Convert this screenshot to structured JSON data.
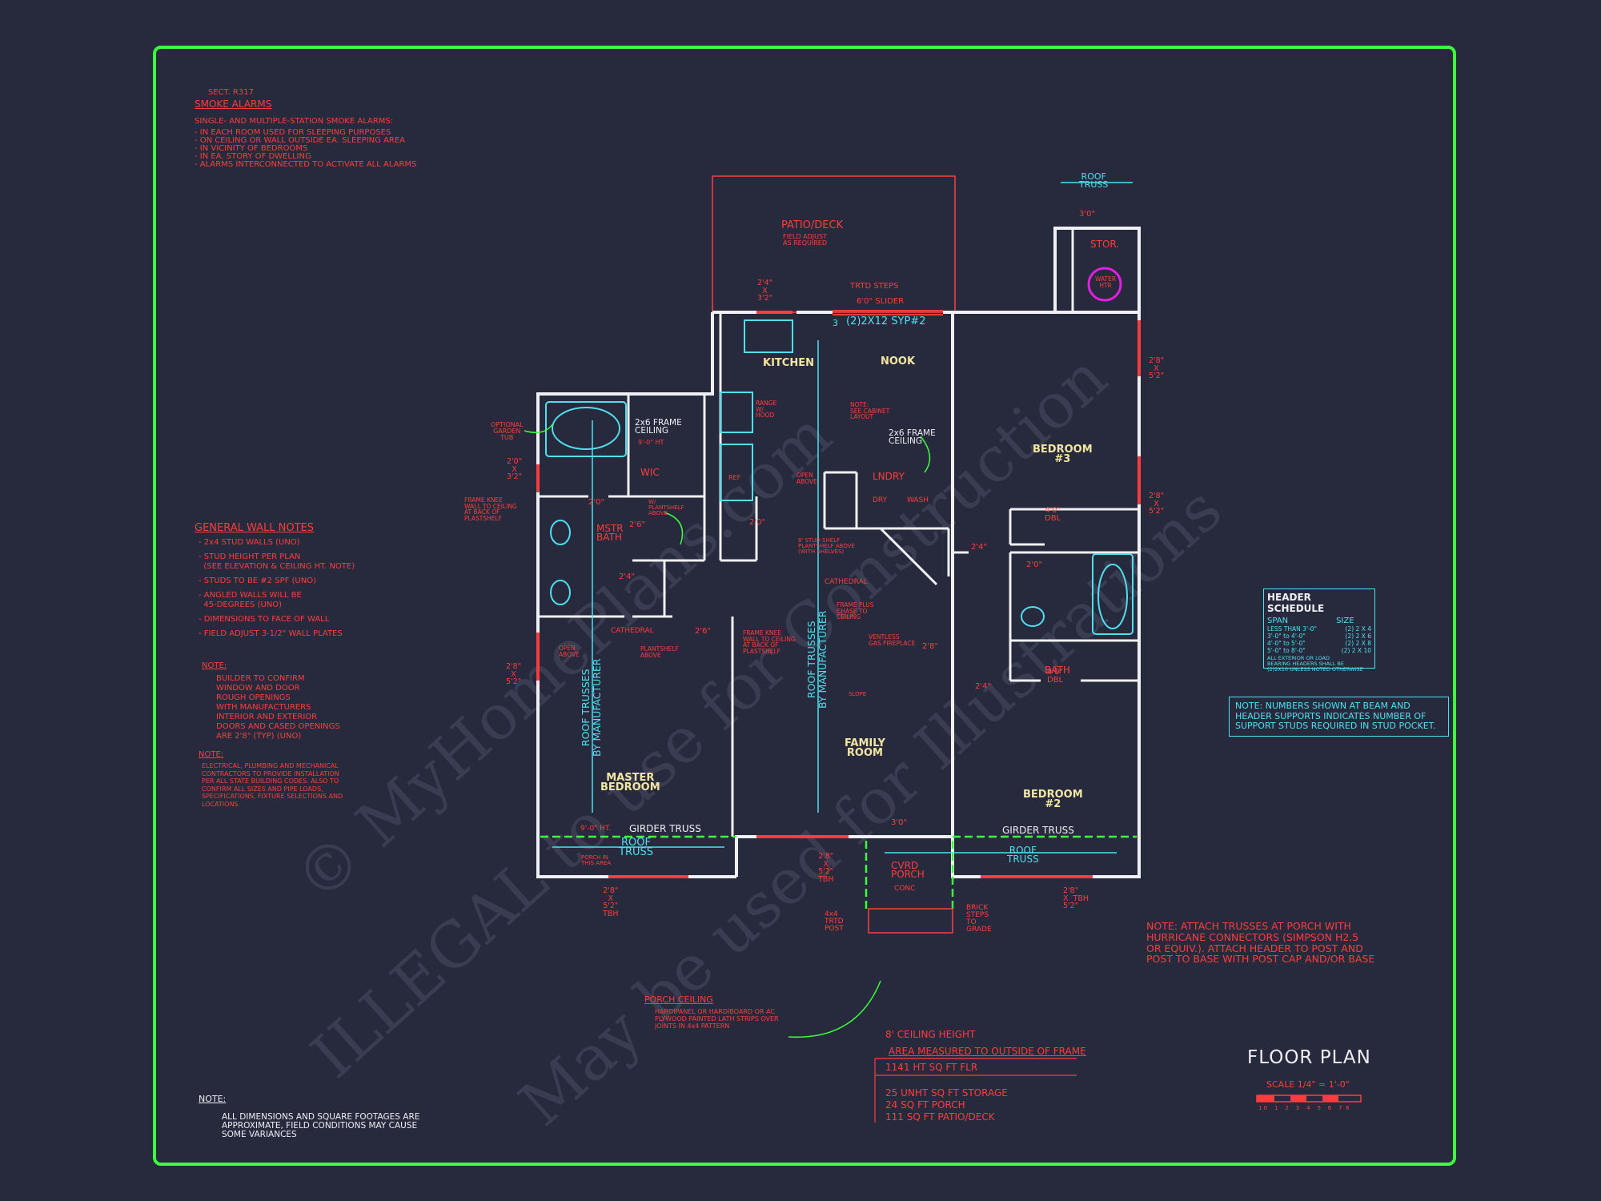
{
  "smoke_alarms": {
    "ref": "SECT. R317",
    "title": "SMOKE ALARMS",
    "lines": [
      "SINGLE- AND MULTIPLE-STATION SMOKE ALARMS:",
      "- IN EACH ROOM USED FOR SLEEPING PURPOSES",
      "- ON CEILING OR WALL OUTSIDE EA. SLEEPING AREA",
      "- IN VICINITY OF BEDROOMS",
      "- IN EA. STORY OF DWELLING",
      "- ALARMS INTERCONNECTED TO ACTIVATE ALL ALARMS"
    ]
  },
  "wall_notes": {
    "title": "GENERAL WALL NOTES",
    "lines": [
      "- 2x4 STUD WALLS (UNO)",
      "- STUD HEIGHT PER PLAN\n  (SEE ELEVATION & CEILING HT. NOTE)",
      "- STUDS TO BE #2 SPF (UNO)",
      "- ANGLED WALLS WILL BE\n  45-DEGREES (UNO)",
      "- DIMENSIONS TO FACE OF WALL",
      "- FIELD ADJUST 3-1/2\" WALL PLATES"
    ]
  },
  "note_builder": {
    "title": "NOTE:",
    "text1": "BUILDER TO CONFIRM\nWINDOW AND DOOR\nROUGH OPENINGS\nWITH MANUFACTURERS",
    "text2": "INTERIOR AND EXTERIOR\nDOORS AND CASED OPENINGS\nARE 2'8\" (TYP) (UNO)"
  },
  "note_electrical": {
    "title": "NOTE:",
    "text": "ELECTRICAL, PLUMBING AND MECHANICAL\nCONTRACTORS TO PROVIDE INSTALLATION\nPER ALL STATE BUILDING CODES. ALSO TO\nCONFIRM ALL SIZES AND PIPE LOADS,\nSPECIFICATIONS, FIXTURE SELECTIONS AND\nLOCATIONS."
  },
  "note_dimensions": {
    "title": "NOTE:",
    "text": "ALL DIMENSIONS AND SQUARE FOOTAGES ARE\nAPPROXIMATE, FIELD CONDITIONS MAY CAUSE\nSOME VARIANCES"
  },
  "header_schedule": {
    "title": "HEADER SCHEDULE",
    "col_span": "SPAN",
    "col_size": "SIZE",
    "rows": [
      [
        "LESS THAN 3'-0\"",
        "(2) 2 X 4"
      ],
      [
        "3'-0\" to 4'-0\"",
        "(2) 2 X 6"
      ],
      [
        "4'-0\" to 5'-0\"",
        "(2) 2 X 8"
      ],
      [
        "5'-0\" to 8'-0\"",
        "(2) 2 X 10"
      ]
    ],
    "footer": "ALL EXTERIOR OR LOAD\nBEARING HEADERS SHALL BE\n(2)2X10 UNLESS NOTED OTHERWISE"
  },
  "beam_note": "NOTE: NUMBERS SHOWN AT BEAM AND\nHEADER SUPPORTS INDICATES NUMBER OF\nSUPPORT STUDS REQUIRED IN STUD POCKET.",
  "truss_note": "NOTE: ATTACH TRUSSES AT PORCH WITH\nHURRICANE CONNECTORS (SIMPSON H2.5\nOR EQUIV.). ATTACH HEADER TO POST AND\nPOST TO BASE WITH POST CAP AND/OR BASE",
  "porch_ceiling": {
    "title": "PORCH CEILING",
    "text": "HARDIPANEL OR HARDIBOARD OR AC\nPLYWOOD PAINTED LATH STRIPS OVER\nJOINTS IN 4x4 PATTERN"
  },
  "areas": {
    "ceiling": "8' CEILING HEIGHT",
    "measured": "AREA MEASURED TO OUTSIDE OF FRAME",
    "heated": "1141 HT SQ FT FLR",
    "storage": "25 UNHT SQ FT STORAGE",
    "porch": "24 SQ FT PORCH",
    "patio": "111 SQ FT PATIO/DECK"
  },
  "title_block": {
    "title": "FLOOR PLAN",
    "scale": "SCALE 1/4\" = 1'-0\"",
    "scale_ticks": "1 0    1    2    3    4    5    6    7  8"
  },
  "rooms": {
    "kitchen": "KITCHEN",
    "nook": "NOOK",
    "bedroom3": "BEDROOM\n#3",
    "bedroom2": "BEDROOM\n#2",
    "master": "MASTER\nBEDROOM",
    "family": "FAMILY\nROOM",
    "lndry": "LNDRY",
    "wic": "WIC",
    "mstr_bath": "MSTR\nBATH",
    "bath": "BATH",
    "stor": "STOR.",
    "cvrd_porch": "CVRD\nPORCH",
    "conc": "CONC",
    "patio": "PATIO/DECK",
    "patio_sub": "FIELD ADJUST\nAS REQUIRED"
  },
  "structure": {
    "roof_truss_top": "ROOF\nTRUSS",
    "roof_truss_left": "ROOF\nTRUSS",
    "roof_truss_right": "ROOF\nTRUSS",
    "trusses_left": "ROOF TRUSSES\nBY MANUFACTURER",
    "trusses_mid": "ROOF TRUSSES\nBY MANUFACTURER",
    "girder_left": "GIRDER TRUSS",
    "girder_right": "GIRDER TRUSS",
    "girder_ht": "9'-0\" HT.",
    "beam": "(2)2X12 SYP#2",
    "slider": "6'0\" SLIDER",
    "trtd_steps": "TRTD STEPS",
    "frame_ceiling1": "2x6 FRAME\nCEILING",
    "frame_ceiling1_ht": "9'-0\" HT",
    "frame_ceiling2": "2x6 FRAME\nCEILING",
    "cathedral1": "CATHEDRAL",
    "cathedral2": "CATHEDRAL",
    "water_htr": "WATER\nHTR",
    "dryer": "DRY",
    "washer": "WASH",
    "ref": "REF",
    "dbl1": "4'0\"\nDBL",
    "dbl2": "4'0\"\nDBL",
    "porch_post": "4x4\nTRTD\nPOST",
    "brick_steps": "BRICK\nSTEPS\nTO\nGRADE",
    "truss_pos": "3"
  },
  "dimensions": {
    "win_top": "2'4\"\nX\n3'2\"",
    "win_b3a": "2'8\"\nX\n5'2\"",
    "win_b3b": "2'8\"\nX\n5'2\"",
    "win_mb_left": "2'8\"\nX\n5'2\"",
    "win_mb_bot": "2'8\"\nX\n5'2\"\nTBH",
    "win_b2_bot": "2'8\"\nX  TBH\n5'2\"",
    "win_fam": "2'8\"\nX\n5'2\"\nTBH",
    "win_bath": "2'0\"\nX\n3'2\"",
    "door_a": "2'0\"",
    "door_b": "2'6\"",
    "door_c": "2'4\"",
    "door_d": "2'0\"",
    "door_e": "2'6\"",
    "door_f": "2'4\"",
    "door_g": "3'0\"",
    "door_h": "2'0\"",
    "door_i": "2'8\"",
    "door_j": "2'4\"",
    "stor_door": "3'0\""
  },
  "annotations": {
    "garden_tub": "OPTIONAL\nGARDEN\nTUB",
    "frame_knee1": "FRAME KNEE\nWALL TO CEILING\nAT BACK OF\nPLASTSHELF",
    "frame_knee2": "FRAME KNEE\nWALL TO CEILING\nAT BACK OF\nPLASTSHELF",
    "plantshelf": "PLANTSHELF\nABOVE",
    "range": "RANGE\nW/\nHOOD",
    "cabinet": "NOTE:\nSEE CABINET\nLAYOUT",
    "open_above": "OPEN\nABOVE",
    "open_above2": "OPEN\nABOVE",
    "frame_plus": "FRAME PLUS\nCHASE TO\nCEILING",
    "ventless": "VENTLESS\nGAS FIREPLACE",
    "shelf_above": "8' STUD SHELF\nPLANTSHELF ABOVE\n(WITH SHELVES)",
    "shelf_above2": "W/\nPLANTSHELF\nABOVE",
    "slope": "SLOPE",
    "porch_area": "PORCH IN\nTHIS AREA"
  },
  "watermark": {
    "line1": "© MyHomePlans.com",
    "line2": "ILLEGAL to use for Construction",
    "line3": "May be used for Illustrations"
  },
  "colors": {
    "background": "#272a3d",
    "border": "#3dff3d",
    "walls": "#eef0f4",
    "notes": "#ff3c3c",
    "dimensions": "#4ee0f0",
    "rooms": "#f2e6a0",
    "magenta": "#e020e0"
  }
}
